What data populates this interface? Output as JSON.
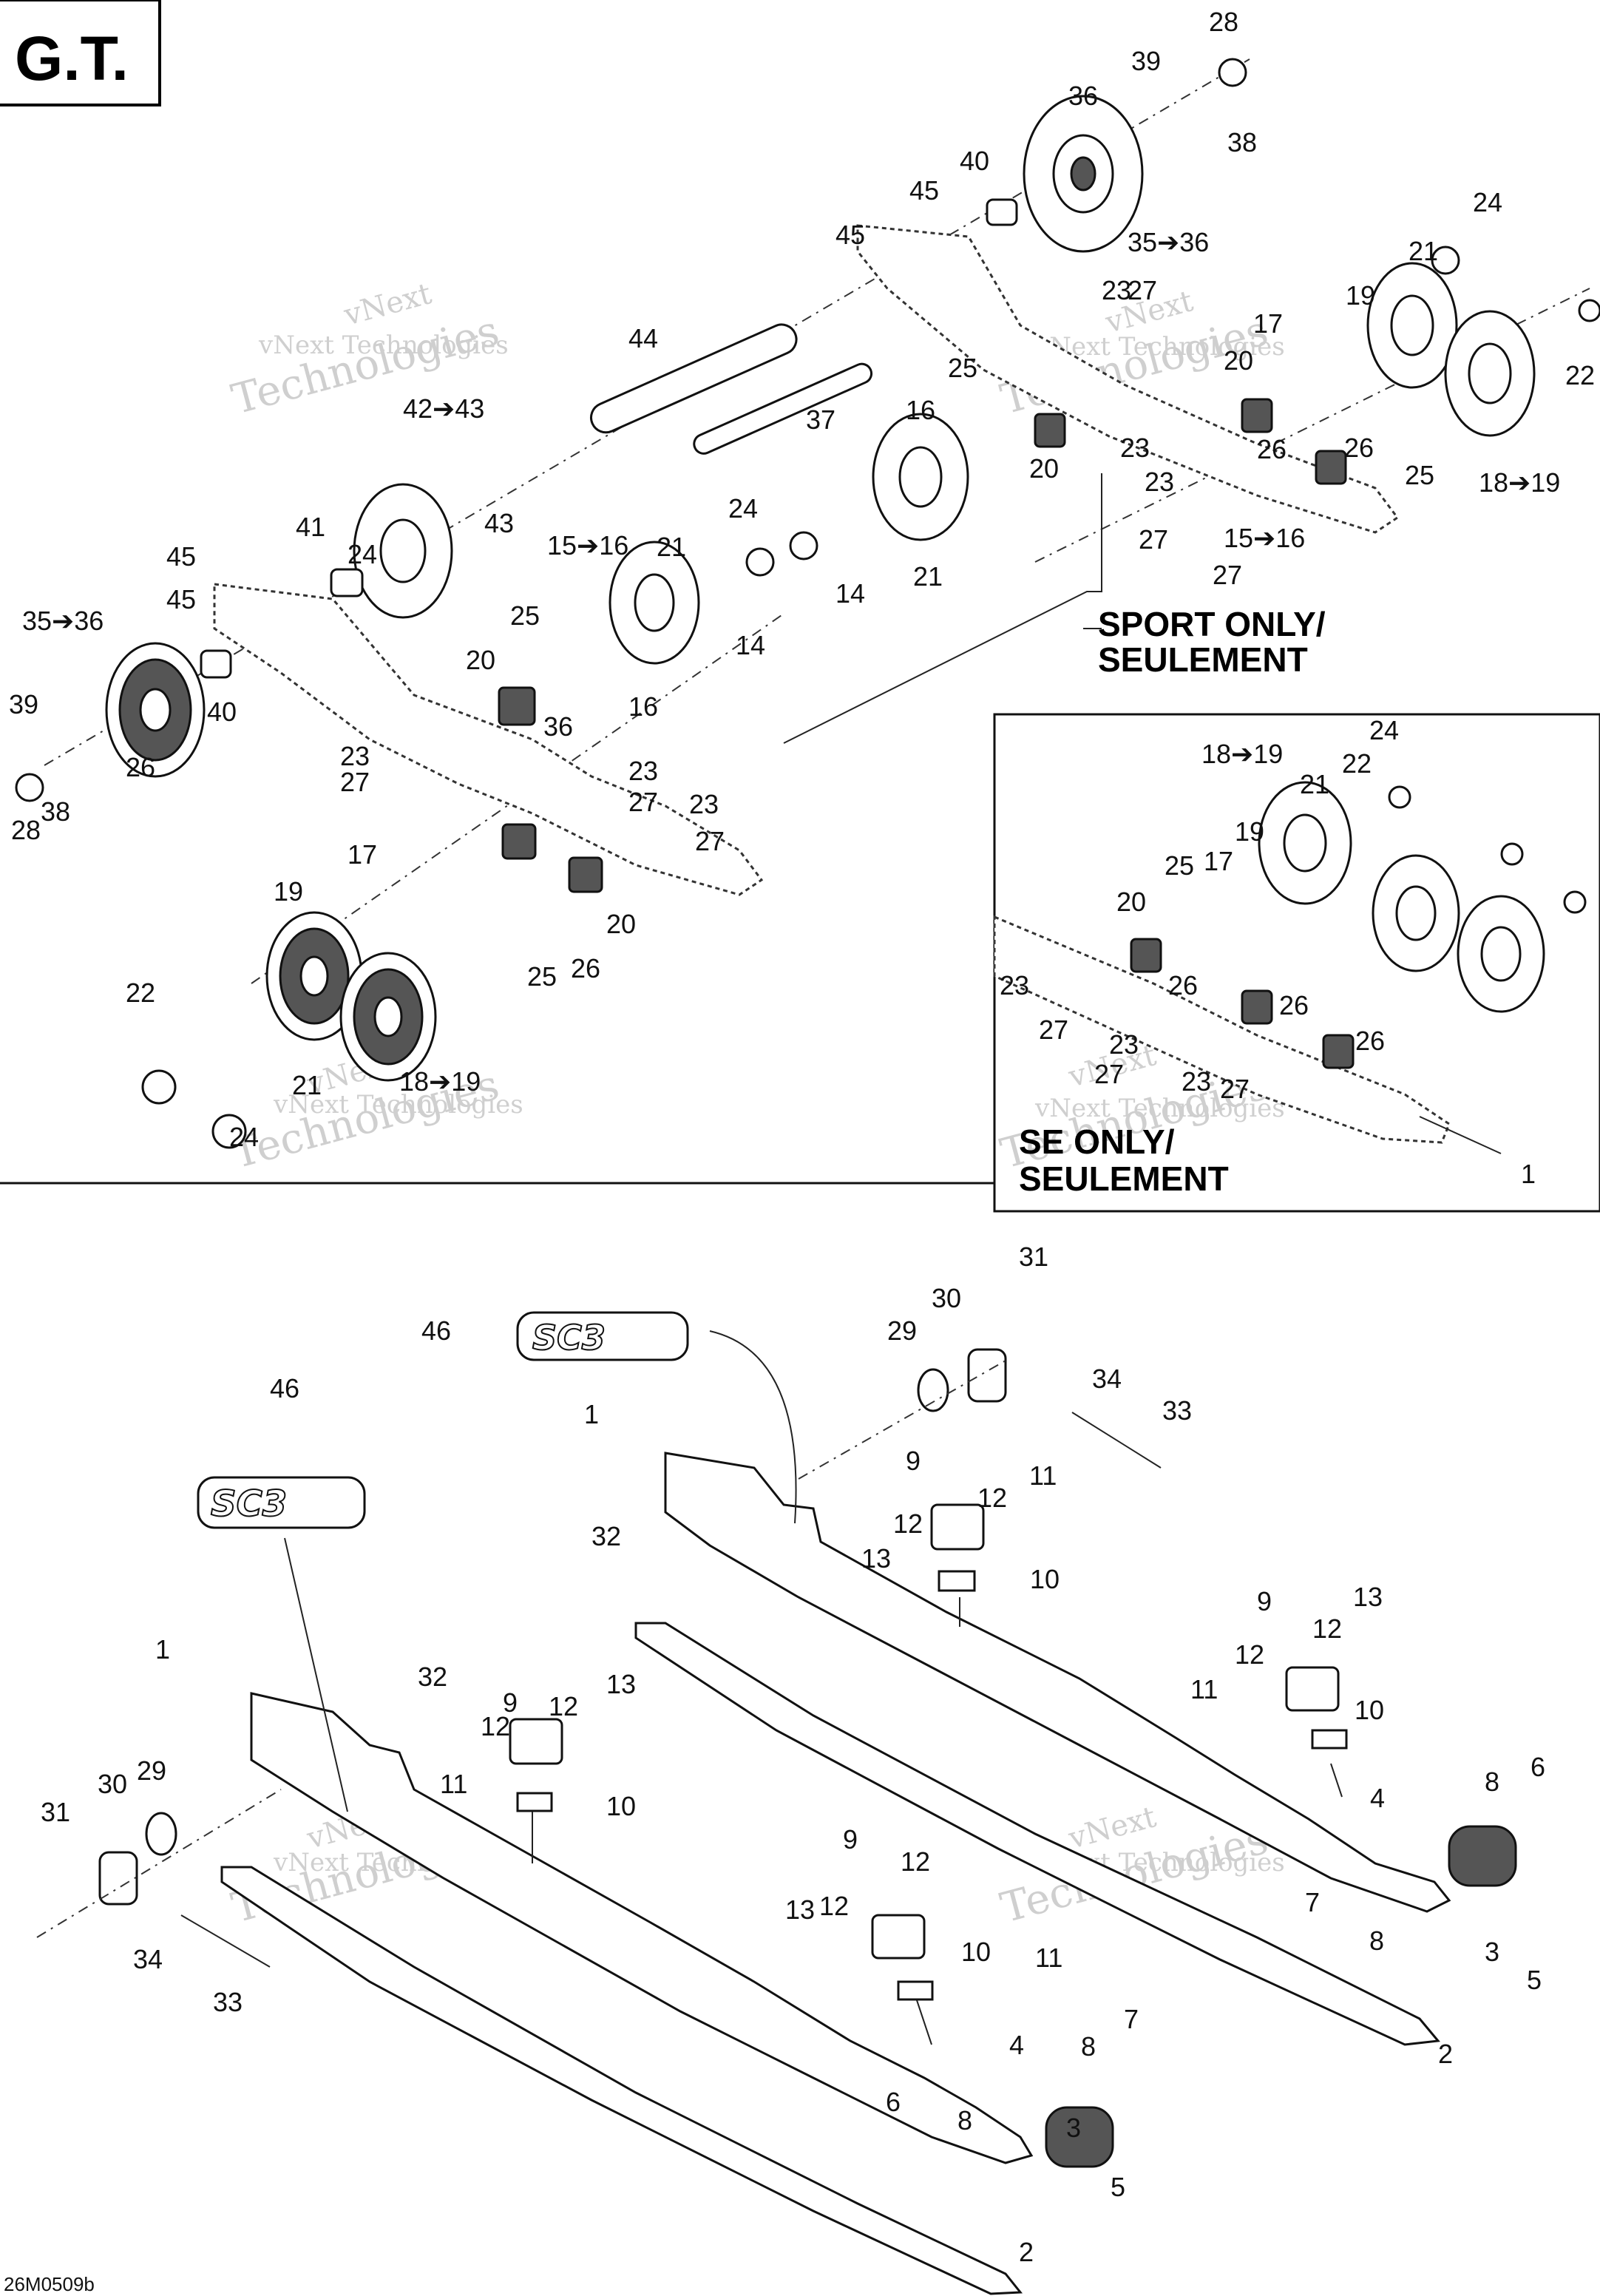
{
  "title": "G.T.",
  "drawing_code": "26M0509b",
  "watermark": [
    "vNext Technologies",
    "vNext",
    "Technologies"
  ],
  "sections": {
    "sport_only": [
      "SPORT ONLY/",
      "SEULEMENT"
    ],
    "se_only": [
      "SE ONLY/",
      "SEULEMENT"
    ]
  },
  "callouts_top": [
    "28",
    "39",
    "36",
    "38",
    "40",
    "45",
    "35➔36",
    "45",
    "24",
    "21",
    "19",
    "23",
    "27",
    "44",
    "20",
    "17",
    "22",
    "42➔43",
    "37",
    "16",
    "25",
    "23",
    "26",
    "26",
    "27",
    "41",
    "25",
    "43",
    "21",
    "24",
    "24",
    "15➔16",
    "21",
    "20",
    "18➔19",
    "23",
    "45",
    "14",
    "15➔16",
    "14",
    "27",
    "45",
    "35➔36",
    "25",
    "20",
    "16",
    "39",
    "40",
    "36",
    "26",
    "23",
    "38",
    "27",
    "23",
    "28",
    "27",
    "23",
    "17",
    "27",
    "20",
    "19",
    "26",
    "25",
    "22",
    "21",
    "18➔19",
    "24"
  ],
  "callouts_se": [
    "18➔19",
    "24",
    "22",
    "21",
    "19",
    "25",
    "17",
    "20",
    "23",
    "26",
    "27",
    "23",
    "26",
    "27",
    "23",
    "26",
    "27",
    "1"
  ],
  "callouts_bottom": [
    "31",
    "30",
    "29",
    "46",
    "34",
    "33",
    "1",
    "9",
    "12",
    "11",
    "32",
    "12",
    "13",
    "10",
    "46",
    "9",
    "13",
    "12",
    "12",
    "11",
    "1",
    "32",
    "10",
    "9",
    "13",
    "12",
    "4",
    "6",
    "8",
    "12",
    "11",
    "10",
    "30",
    "29",
    "31",
    "7",
    "8",
    "3",
    "5",
    "34",
    "9",
    "12",
    "2",
    "33",
    "13",
    "12",
    "11",
    "10",
    "7",
    "8",
    "4",
    "6",
    "8",
    "3",
    "5",
    "2"
  ]
}
